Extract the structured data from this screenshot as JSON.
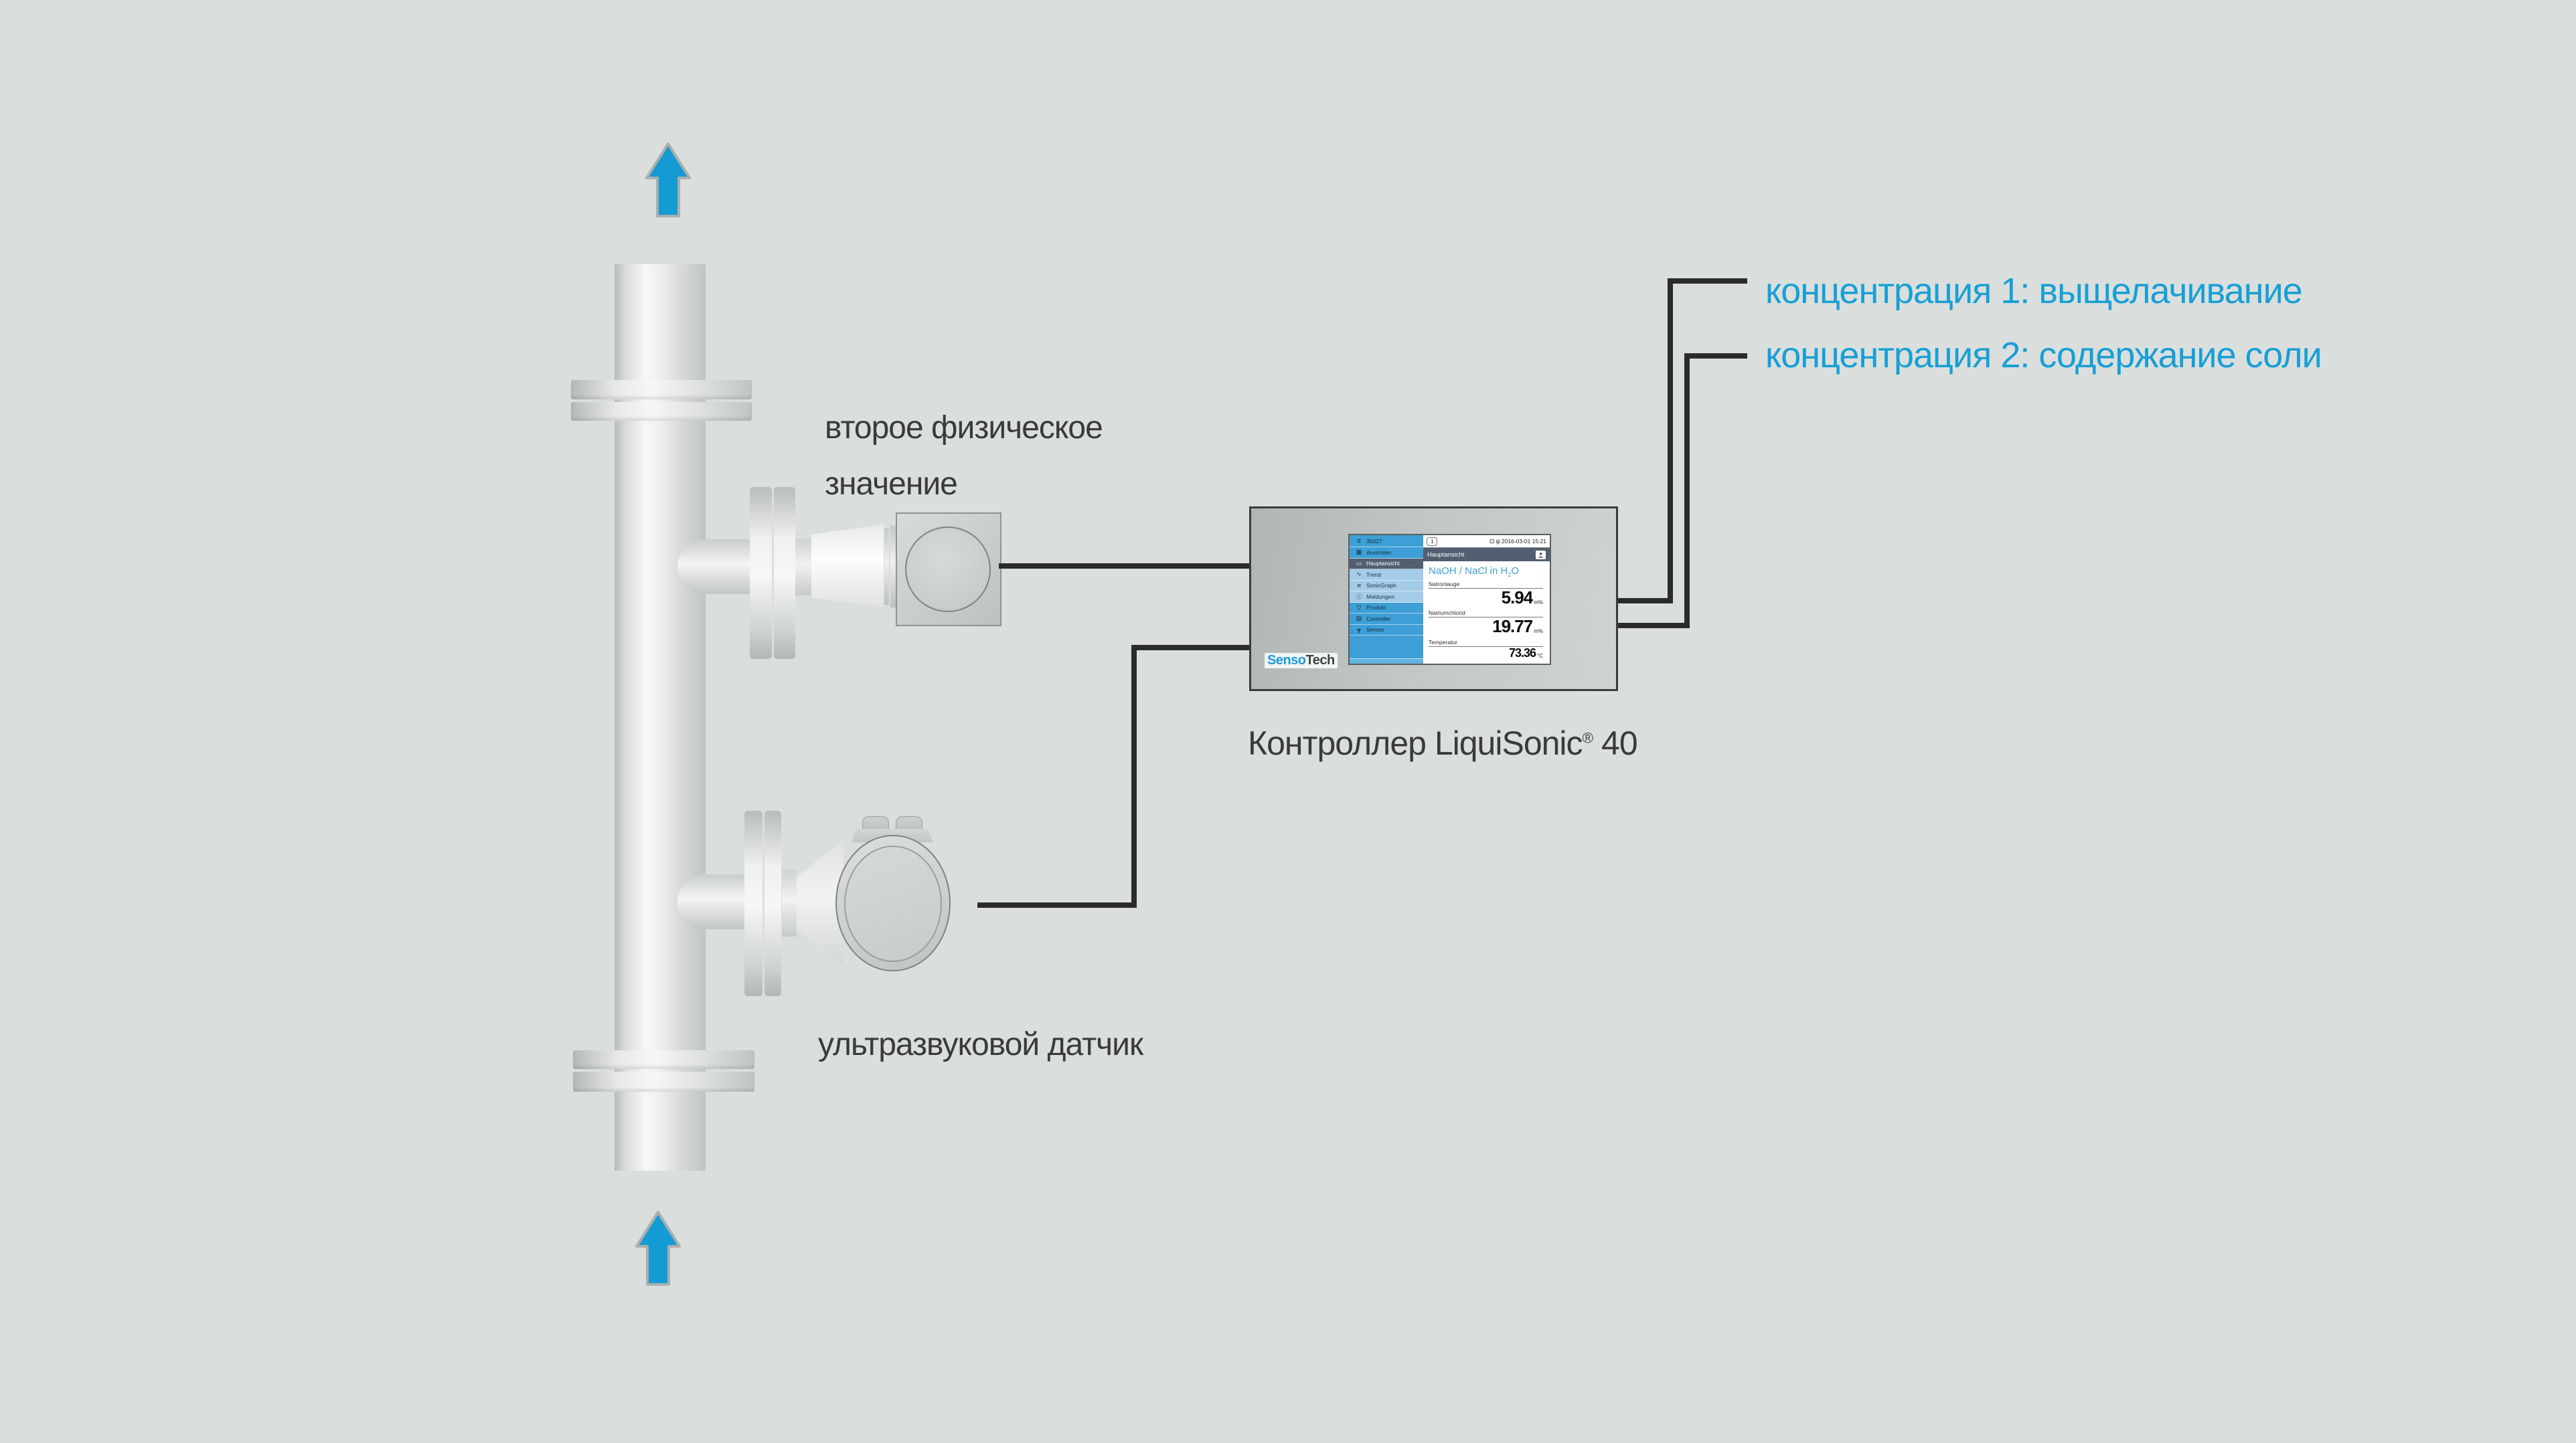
{
  "colors": {
    "background": "#dadfdd",
    "accent_blue": "#189fd6",
    "arrow_fill": "#149bd3",
    "arrow_stroke": "#a9aeae",
    "wire": "#2b2b2d",
    "screen_blue": "#3d9fd6",
    "screen_blue_light": "#a4cbe8",
    "screen_selected": "#515f70"
  },
  "annotations": {
    "second_value_line1": "второе физическое",
    "second_value_line2": "значение",
    "ultrasonic_sensor": "ультразвуковой датчик",
    "controller_prefix": "Контроллер ",
    "controller_brand": "LiquiSonic",
    "controller_reg": "®",
    "controller_suffix": " 40",
    "output1": "концентрация 1: выщелачивание",
    "output2": "концентрация 2: содержание соли"
  },
  "controller": {
    "logo_part1": "Senso",
    "logo_part2": "Tech",
    "screen": {
      "menu_header": {
        "icon": "≡",
        "label": "35027"
      },
      "menu": [
        {
          "key": "ansichten",
          "icon": "▦",
          "label": "Ansichten",
          "style": "primary"
        },
        {
          "key": "hauptansicht",
          "icon": "▭",
          "label": "Hauptansicht",
          "style": "selected"
        },
        {
          "key": "trend",
          "icon": "∿",
          "label": "Trend",
          "style": "light"
        },
        {
          "key": "sonicgraph",
          "icon": "≋",
          "label": "SonicGraph",
          "style": "light"
        },
        {
          "key": "meldungen",
          "icon": "ⓘ",
          "label": "Meldungen",
          "style": "light"
        },
        {
          "key": "produkt",
          "icon": "▽",
          "label": "Produkt",
          "style": "primary"
        },
        {
          "key": "controller",
          "icon": "▤",
          "label": "Controller",
          "style": "primary"
        },
        {
          "key": "sensor",
          "icon": "┳",
          "label": "Sensor",
          "style": "primary"
        }
      ],
      "statusbar": {
        "channel": "1",
        "monitor_icon": "⊡",
        "usb_icon": "ψ",
        "datetime": "2016-03-01 15:21"
      },
      "header_title": "Hauptansicht",
      "view_title_pre": "NaOH / NaCl in H",
      "view_title_sub": "2",
      "view_title_post": "O",
      "measurements": [
        {
          "label": "Natronlauge",
          "value": "5.94",
          "unit": "m%"
        },
        {
          "label": "Natriumchlorid",
          "value": "19.77",
          "unit": "m%"
        },
        {
          "label": "Temperatur",
          "value": "73.36",
          "unit": "°C"
        }
      ]
    }
  }
}
